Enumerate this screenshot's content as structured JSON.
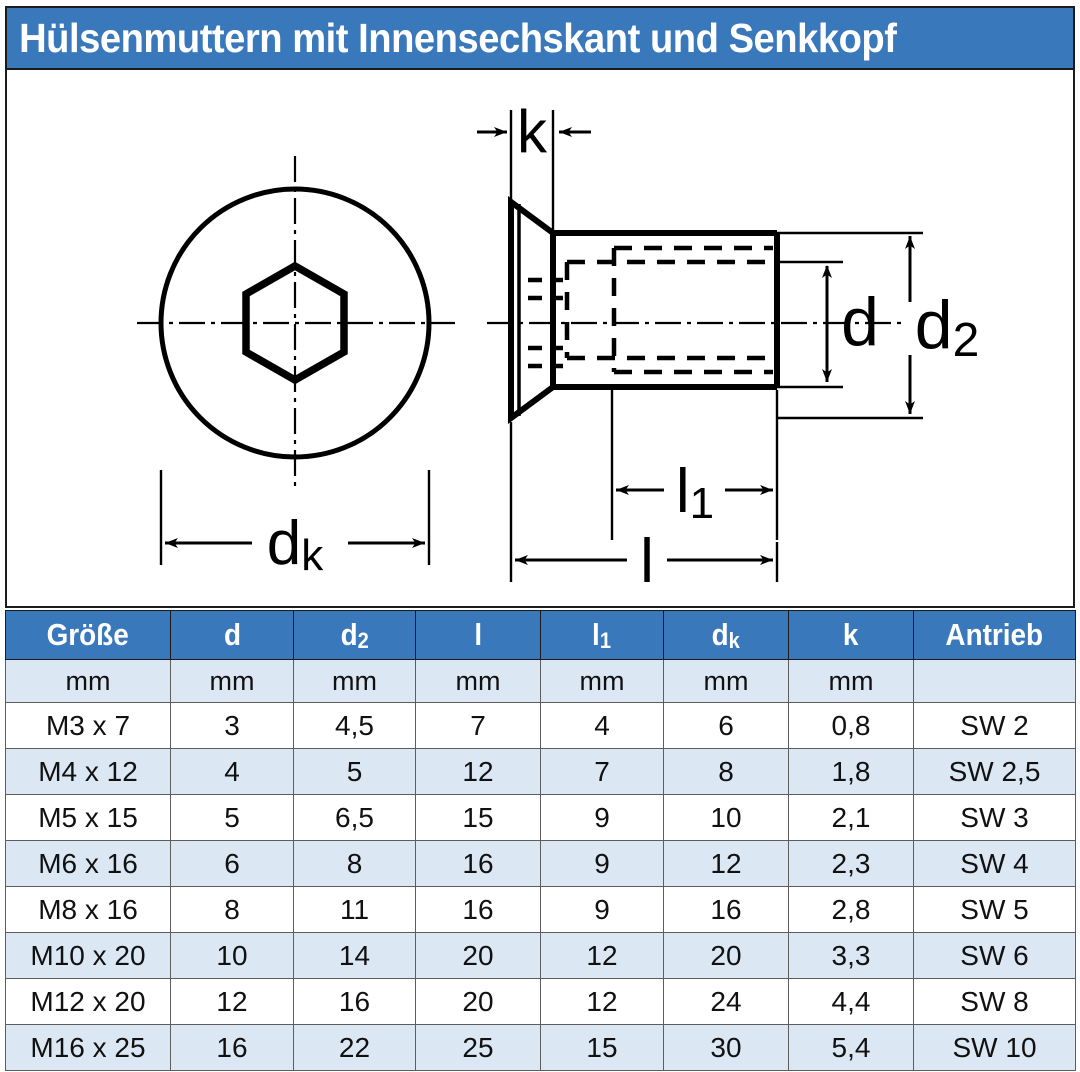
{
  "header": {
    "title": "Hülsenmuttern mit Innensechskant und Senkkopf",
    "background_color": "#3A78BC",
    "text_color": "#FFFFFF"
  },
  "drawing": {
    "front_view": {
      "name": "head-front-view",
      "outer_circle_label": "dk",
      "socket_shape": "hexagon",
      "dimension_labels": [
        "dk"
      ]
    },
    "side_view": {
      "name": "sleeve-nut-side-section-view",
      "dimension_labels": [
        "k",
        "d",
        "d2",
        "l1",
        "l"
      ]
    },
    "labels": {
      "k": "k",
      "d": "d",
      "d2": "d",
      "d2_sub": "2",
      "l1": "l",
      "l1_sub": "1",
      "l": "l",
      "dk": "d",
      "dk_sub": "k"
    }
  },
  "table": {
    "columns": [
      {
        "label": "Größe",
        "sub": "",
        "unit": "mm"
      },
      {
        "label": "d",
        "sub": "",
        "unit": "mm"
      },
      {
        "label": "d",
        "sub": "2",
        "unit": "mm"
      },
      {
        "label": "l",
        "sub": "",
        "unit": "mm"
      },
      {
        "label": "l",
        "sub": "1",
        "unit": "mm"
      },
      {
        "label": "d",
        "sub": "k",
        "unit": "mm"
      },
      {
        "label": "k",
        "sub": "",
        "unit": "mm"
      },
      {
        "label": "Antrieb",
        "sub": "",
        "unit": ""
      }
    ],
    "rows": [
      {
        "groesse": "M3 x 7",
        "d": "3",
        "d2": "4,5",
        "l": "7",
        "l1": "4",
        "dk": "6",
        "k": "0,8",
        "antrieb": "SW 2"
      },
      {
        "groesse": "M4 x 12",
        "d": "4",
        "d2": "5",
        "l": "12",
        "l1": "7",
        "dk": "8",
        "k": "1,8",
        "antrieb": "SW 2,5"
      },
      {
        "groesse": "M5 x 15",
        "d": "5",
        "d2": "6,5",
        "l": "15",
        "l1": "9",
        "dk": "10",
        "k": "2,1",
        "antrieb": "SW 3"
      },
      {
        "groesse": "M6 x 16",
        "d": "6",
        "d2": "8",
        "l": "16",
        "l1": "9",
        "dk": "12",
        "k": "2,3",
        "antrieb": "SW 4"
      },
      {
        "groesse": "M8 x 16",
        "d": "8",
        "d2": "11",
        "l": "16",
        "l1": "9",
        "dk": "16",
        "k": "2,8",
        "antrieb": "SW 5"
      },
      {
        "groesse": "M10 x 20",
        "d": "10",
        "d2": "14",
        "l": "20",
        "l1": "12",
        "dk": "20",
        "k": "3,3",
        "antrieb": "SW 6"
      },
      {
        "groesse": "M12 x 20",
        "d": "12",
        "d2": "16",
        "l": "20",
        "l1": "12",
        "dk": "24",
        "k": "4,4",
        "antrieb": "SW 8"
      },
      {
        "groesse": "M16 x 25",
        "d": "16",
        "d2": "22",
        "l": "25",
        "l1": "15",
        "dk": "30",
        "k": "5,4",
        "antrieb": "SW 10"
      }
    ],
    "header_background": "#3A78BC",
    "stripe_color": "#DCE7F4"
  }
}
